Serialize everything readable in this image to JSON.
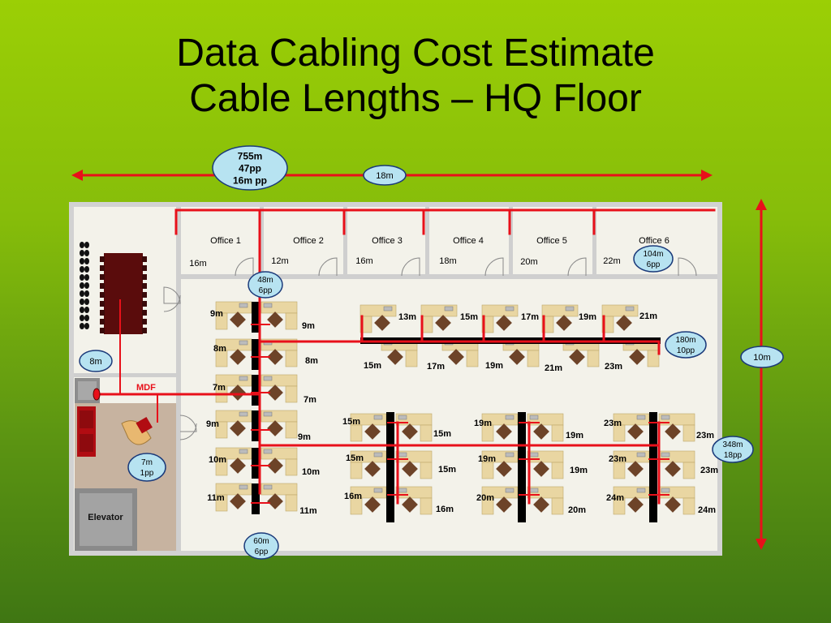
{
  "title": {
    "line1": "Data Cabling Cost Estimate",
    "line2": "Cable Lengths – HQ Floor"
  },
  "colors": {
    "cable": "#e8101a",
    "floor": "#f3f2ea",
    "wall": "#c9c9c9",
    "desk": "#e9d6a2",
    "chair": "#6d4328",
    "bubble_fill": "#b7e3f1",
    "bubble_stroke": "#1b3a7a",
    "mdf_label": "#e8101a"
  },
  "summary_bubbles": {
    "total": {
      "line1": "755m",
      "line2": "47pp",
      "line3": "16m pp"
    },
    "width": "18m",
    "height": "10m",
    "offices": {
      "line1": "104m",
      "line2": "6pp"
    },
    "left_column": {
      "line1": "48m",
      "line2": "6pp"
    },
    "row_top": {
      "line1": "180m",
      "line2": "10pp"
    },
    "conference": "8m",
    "reception": {
      "line1": "7m",
      "line2": "1pp"
    },
    "bottom_column": {
      "line1": "60m",
      "line2": "6pp"
    },
    "bottom_blocks": {
      "line1": "348m",
      "line2": "18pp"
    }
  },
  "rooms": {
    "offices": [
      {
        "name": "Office 1",
        "length": "16m"
      },
      {
        "name": "Office 2",
        "length": "12m"
      },
      {
        "name": "Office 3",
        "length": "16m"
      },
      {
        "name": "Office 4",
        "length": "18m"
      },
      {
        "name": "Office 5",
        "length": "20m"
      },
      {
        "name": "Office 6",
        "length": "22m"
      }
    ],
    "mdf": "MDF",
    "elevator": "Elevator"
  },
  "cubicle_labels": {
    "col_left_outer": [
      "9m",
      "8m",
      "7m",
      "9m",
      "10m",
      "11m"
    ],
    "col_left_inner": [
      "9m",
      "8m",
      "7m",
      "9m",
      "10m",
      "11m"
    ],
    "row_top_upper": [
      "13m",
      "15m",
      "17m",
      "19m",
      "21m"
    ],
    "row_top_lower": [
      "15m",
      "17m",
      "19m",
      "21m",
      "23m"
    ],
    "block_a_left": [
      "15m",
      "15m",
      "16m"
    ],
    "block_a_right": [
      "15m",
      "15m",
      "16m"
    ],
    "block_b_left": [
      "19m",
      "19m",
      "20m"
    ],
    "block_b_right": [
      "19m",
      "19m",
      "20m"
    ],
    "block_c_left": [
      "23m",
      "23m",
      "24m"
    ],
    "block_c_right": [
      "23m",
      "23m",
      "24m"
    ]
  }
}
